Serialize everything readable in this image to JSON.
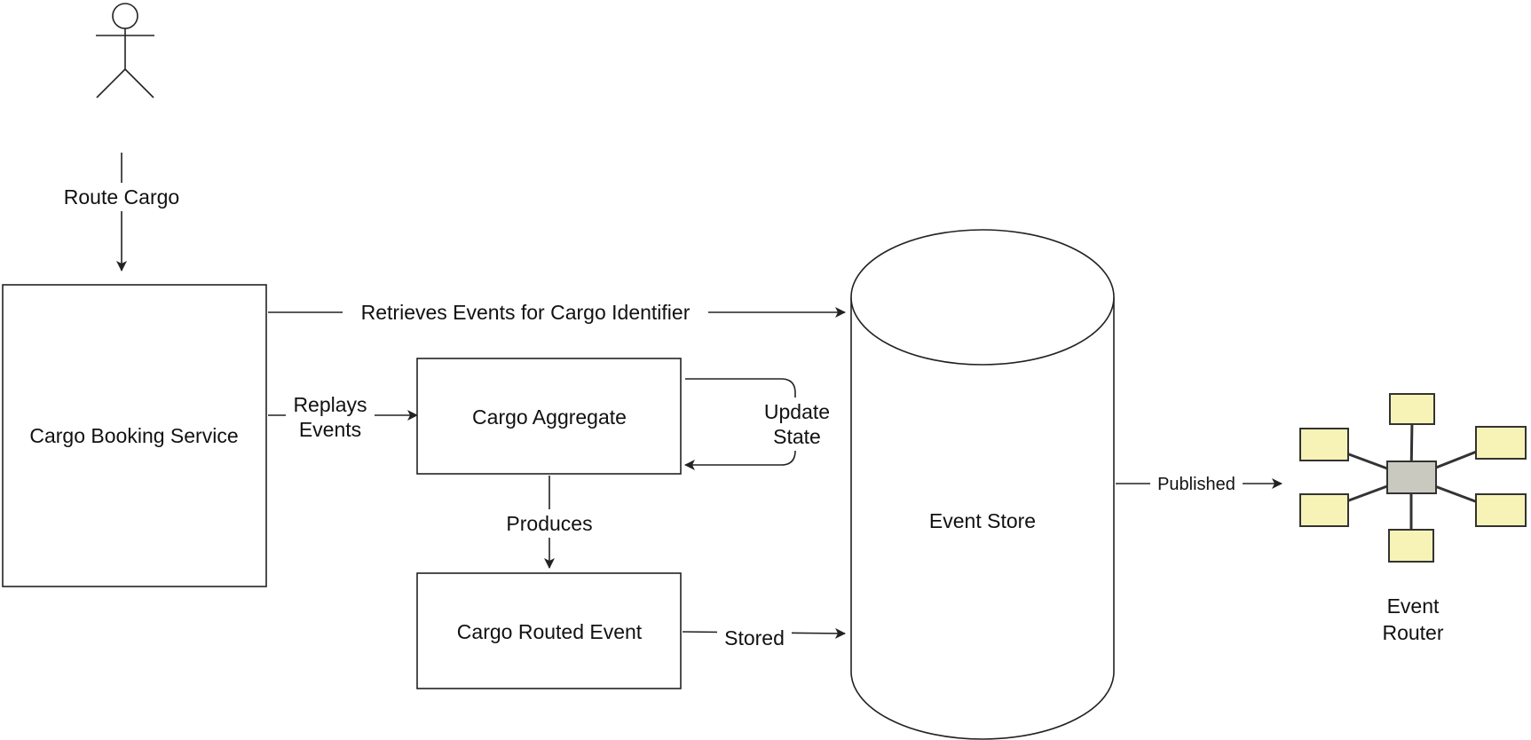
{
  "actor": {
    "icon": "stick-figure-actor-icon"
  },
  "edges": {
    "route_cargo": "Route Cargo",
    "retrieves_events": "Retrieves Events for Cargo Identifier",
    "replays_events": [
      "Replays",
      "Events"
    ],
    "update_state": [
      "Update",
      "State"
    ],
    "produces": "Produces",
    "stored": "Stored",
    "published": "Published"
  },
  "nodes": {
    "cargo_booking_service": "Cargo Booking Service",
    "cargo_aggregate": "Cargo Aggregate",
    "cargo_routed_event": "Cargo Routed Event",
    "event_store": "Event Store",
    "event_router": [
      "Event",
      "Router"
    ]
  },
  "colors": {
    "router_leaf": "#f7f3b6",
    "router_hub": "#c9c9c0",
    "stroke": "#222222"
  }
}
